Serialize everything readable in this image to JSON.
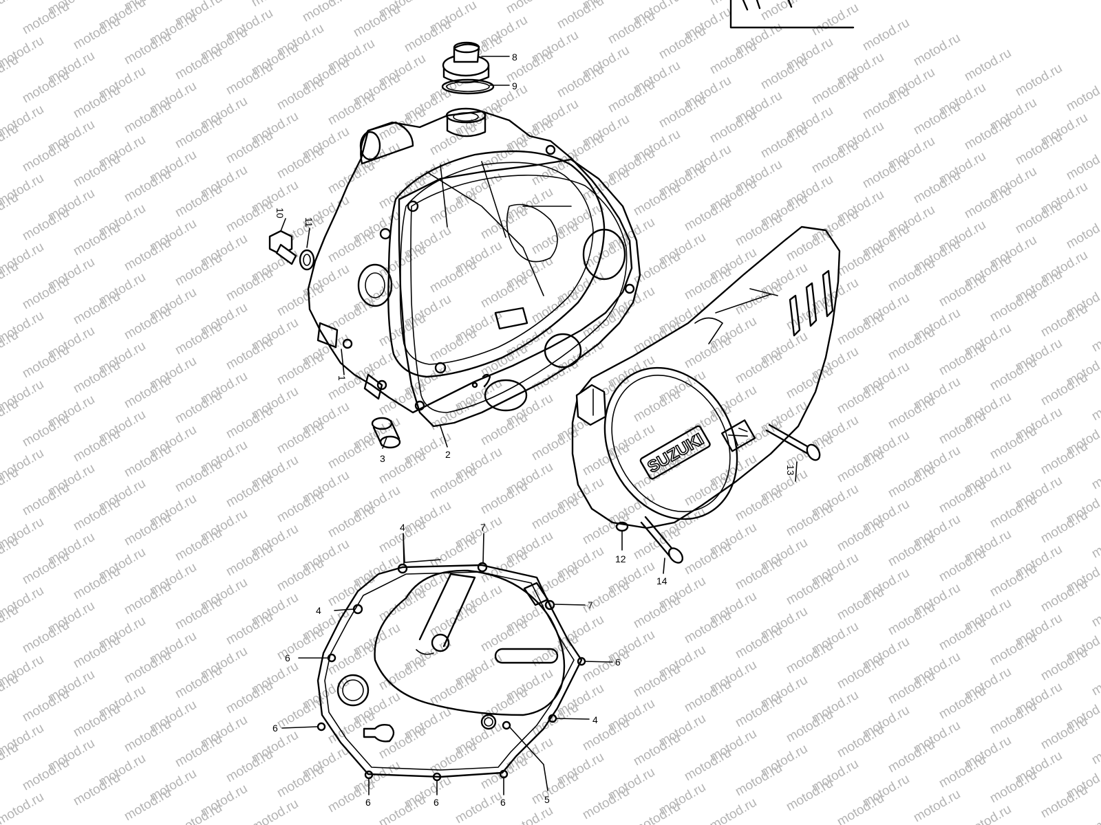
{
  "watermark": "motod.ru",
  "brand_emblem": "SUZUKI",
  "part_numbers": [
    "1",
    "2",
    "3",
    "4",
    "4",
    "4",
    "5",
    "6",
    "6",
    "6",
    "6",
    "6",
    "6",
    "7",
    "7",
    "8",
    "9",
    "10",
    "11",
    "12",
    "13",
    "14"
  ],
  "colors": {
    "line": "#000000",
    "background": "#ffffff",
    "watermark": "#b3b3b3"
  }
}
